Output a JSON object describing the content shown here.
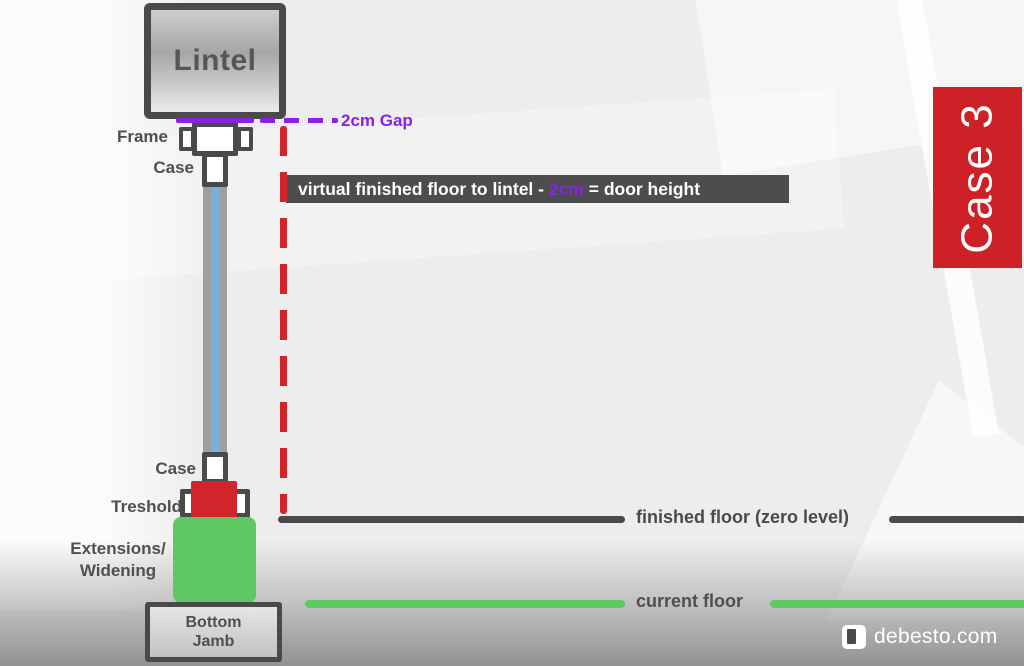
{
  "diagram": {
    "lintel_label": "Lintel",
    "frame_label": "Frame",
    "case_top_label": "Case",
    "case_bottom_label": "Case",
    "treshold_label": "Treshold",
    "extensions_label_line1": "Extensions/",
    "extensions_label_line2": "Widening",
    "bottom_jamb_line1": "Bottom",
    "bottom_jamb_line2": "Jamb",
    "gap_annotation": "2cm Gap",
    "formula": {
      "prefix": "virtual finished floor to lintel - ",
      "highlight": "2cm",
      "suffix": " = door height"
    },
    "finished_floor_label": "finished floor (zero level)",
    "current_floor_label": "current floor",
    "case_badge": "Case 3"
  },
  "branding": {
    "logo_text": "debesto.com",
    "logo_icon": "door-icon"
  },
  "colors": {
    "accent_purple": "#8a22e2",
    "accent_red": "#d2252b",
    "accent_green": "#5ec963",
    "banner_bg": "#4d4d4d",
    "case_badge_bg": "#ce2127",
    "outline_dark": "#4a4a4a",
    "glass_blue": "#79b0d9"
  }
}
